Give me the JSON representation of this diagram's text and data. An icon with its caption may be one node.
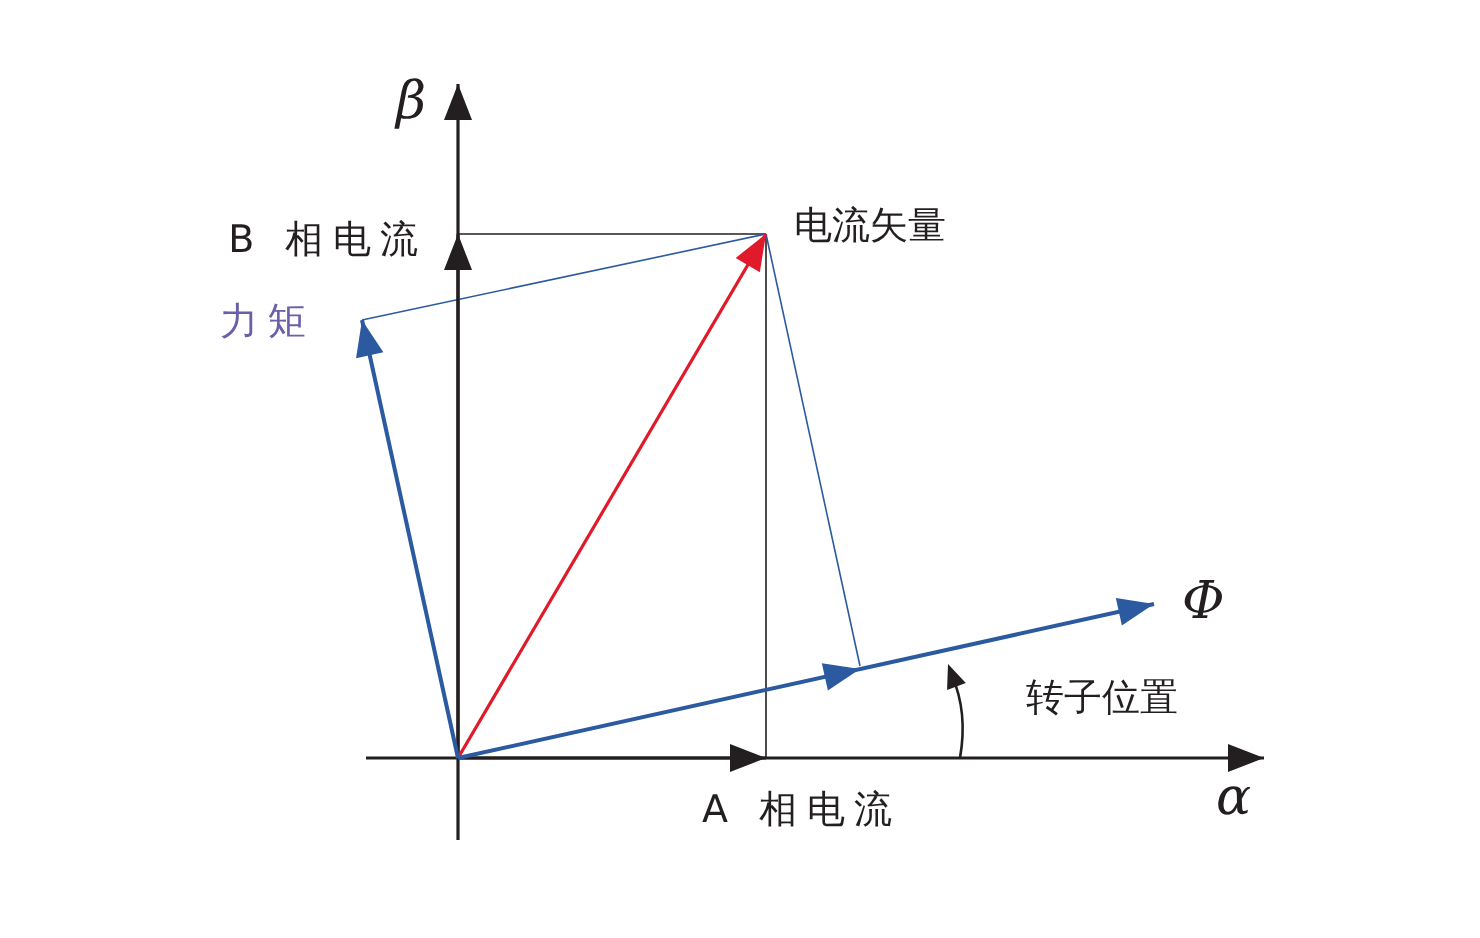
{
  "diagram": {
    "labels": [
      "β",
      "B 相电流",
      "电流矢量",
      "力矩",
      "Φ",
      "转子位置",
      "A 相电流",
      "α"
    ]
  }
}
